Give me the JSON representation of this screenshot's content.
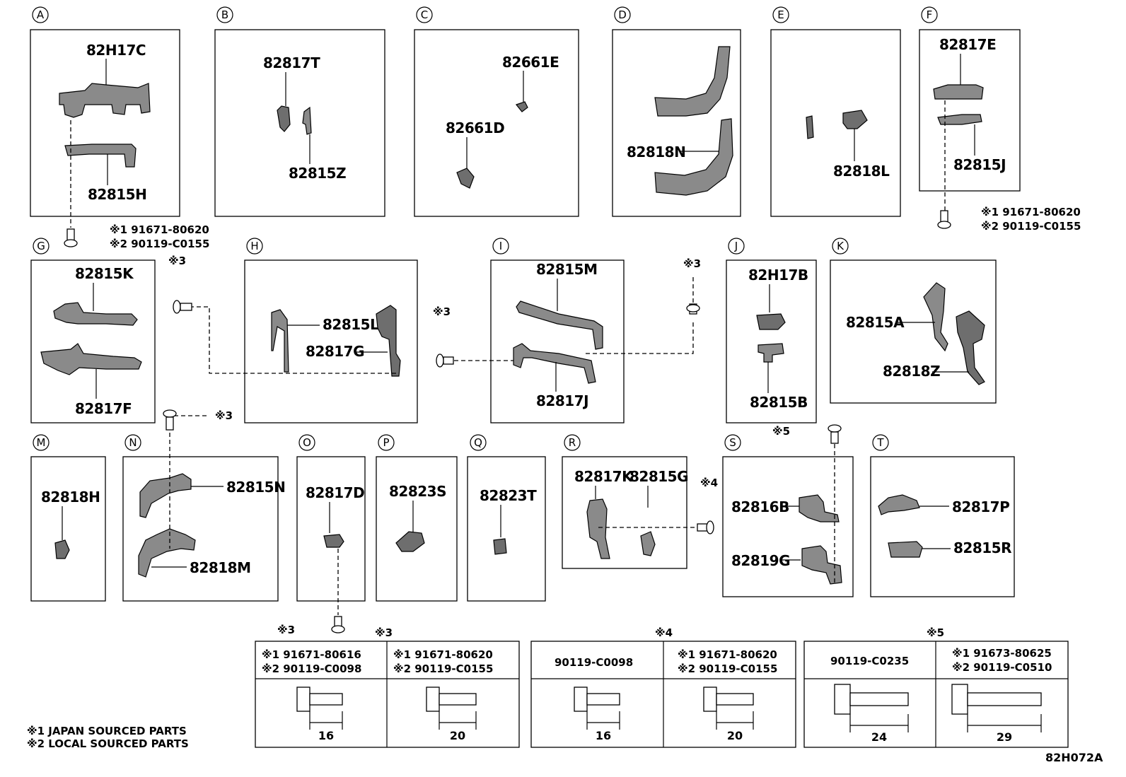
{
  "sections": [
    {
      "id": "A",
      "parts": [
        "82H17C",
        "82815H"
      ]
    },
    {
      "id": "B",
      "parts": [
        "82817T",
        "82815Z"
      ]
    },
    {
      "id": "C",
      "parts": [
        "82661E",
        "82661D"
      ]
    },
    {
      "id": "D",
      "parts": [
        "82818N"
      ]
    },
    {
      "id": "E",
      "parts": [
        "82818L"
      ]
    },
    {
      "id": "F",
      "parts": [
        "82817E",
        "82815J"
      ]
    },
    {
      "id": "G",
      "parts": [
        "82815K",
        "82817F"
      ]
    },
    {
      "id": "H",
      "parts": [
        "82815L",
        "82817G"
      ]
    },
    {
      "id": "I",
      "parts": [
        "82815M",
        "82817J"
      ]
    },
    {
      "id": "J",
      "parts": [
        "82H17B",
        "82815B"
      ]
    },
    {
      "id": "K",
      "parts": [
        "82815A",
        "82818Z"
      ]
    },
    {
      "id": "M",
      "parts": [
        "82818H"
      ]
    },
    {
      "id": "N",
      "parts": [
        "82815N",
        "82818M"
      ]
    },
    {
      "id": "O",
      "parts": [
        "82817D"
      ]
    },
    {
      "id": "P",
      "parts": [
        "82823S"
      ]
    },
    {
      "id": "Q",
      "parts": [
        "82823T"
      ]
    },
    {
      "id": "R",
      "parts": [
        "82817K",
        "82815G"
      ]
    },
    {
      "id": "S",
      "parts": [
        "82816B",
        "82819G"
      ]
    },
    {
      "id": "T",
      "parts": [
        "82817P",
        "82815R"
      ]
    }
  ],
  "bolt_refs": {
    "a1": "※1 91671-80620",
    "a2": "※2 90119-C0155",
    "f1": "※1 91671-80620",
    "f2": "※2 90119-C0155",
    "m3": "※3",
    "m4": "※4",
    "m5": "※5"
  },
  "fastener_tables": [
    {
      "mark": "※3",
      "cells": [
        {
          "l1": "※1 91671-80616",
          "l2": "※2 90119-C0098",
          "len": "16"
        },
        {
          "l1": "※1 91671-80620",
          "l2": "※2 90119-C0155",
          "len": "20"
        }
      ]
    },
    {
      "mark": "※4",
      "cells": [
        {
          "l1": "90119-C0098",
          "l2": "",
          "len": "16"
        },
        {
          "l1": "※1 91671-80620",
          "l2": "※2 90119-C0155",
          "len": "20"
        }
      ]
    },
    {
      "mark": "※5",
      "cells": [
        {
          "l1": "90119-C0235",
          "l2": "",
          "len": "24"
        },
        {
          "l1": "※1 91673-80625",
          "l2": "※2 90119-C0510",
          "len": "29"
        }
      ]
    }
  ],
  "notes": [
    "※1 JAPAN SOURCED PARTS",
    "※2 LOCAL SOURCED PARTS"
  ],
  "figure_code": "82H072A"
}
